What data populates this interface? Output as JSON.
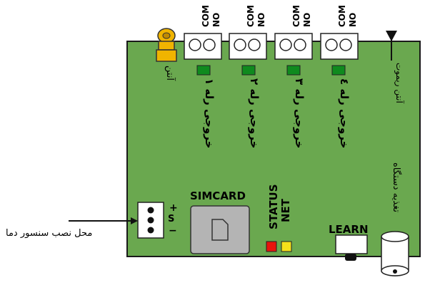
{
  "board": {
    "color": "#6aa84f",
    "border": "#1a1a1a"
  },
  "relays": [
    {
      "com": "COM",
      "no": "NO",
      "label": "خروجی رله ۱"
    },
    {
      "com": "COM",
      "no": "NO",
      "label": "خروجی رله ۲"
    },
    {
      "com": "COM",
      "no": "NO",
      "label": "خروجی رله ۳"
    },
    {
      "com": "COM",
      "no": "NO",
      "label": "خروجی رله ٤"
    }
  ],
  "antenna_label": "آنتن",
  "remote_antenna_label": "آنتن ریموت",
  "power_label": "تغذیه دستگاه",
  "simcard_label": "SIMCARD",
  "status_label": "STATUS",
  "net_label": "NET",
  "learn_label": "LEARN",
  "sensor": {
    "plus": "+",
    "s": "S",
    "minus": "−",
    "caption": "محل نصب سنسور دما"
  },
  "colors": {
    "led_red": "#e8140c",
    "led_yellow": "#f5e11a",
    "relay_led": "#0f8a1e",
    "antenna_gold": "#f0b400"
  }
}
